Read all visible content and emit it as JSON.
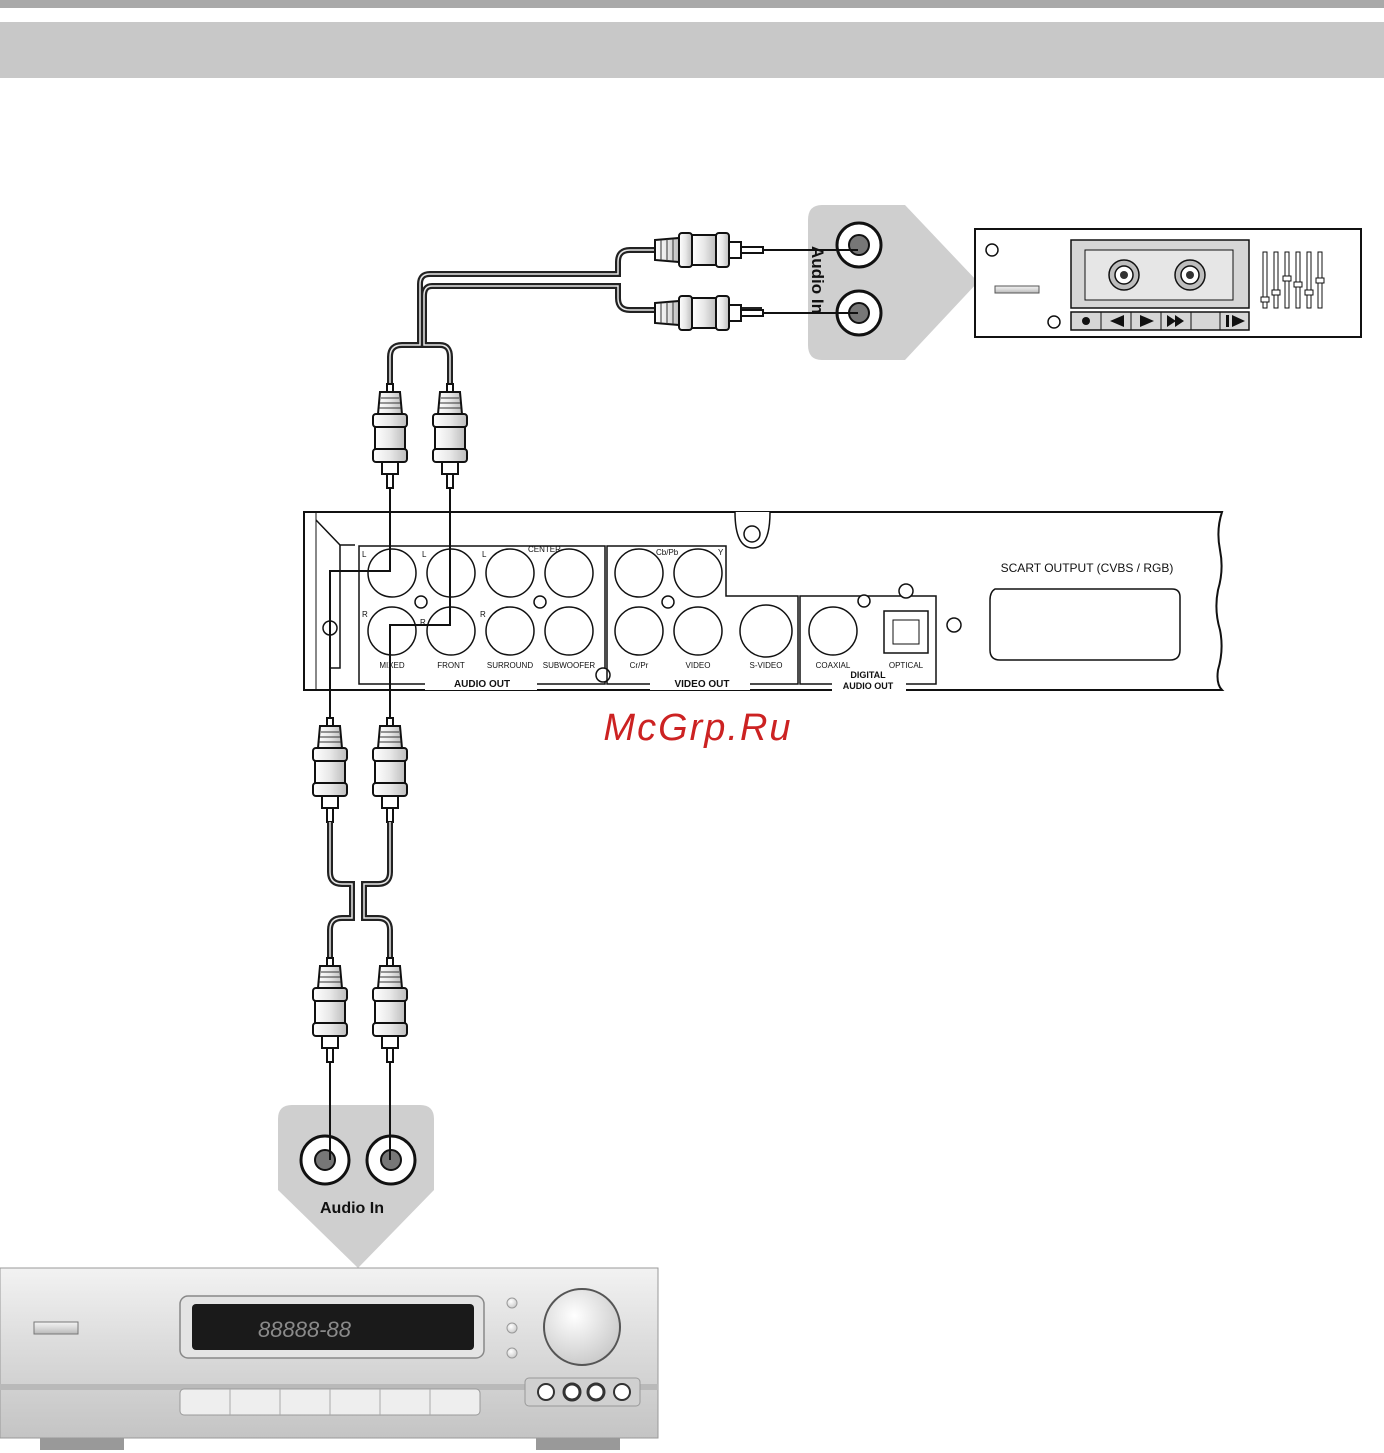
{
  "header": {
    "band_color": "#c8c8c8",
    "top_line_color": "#a9a9a9"
  },
  "recorder_input": {
    "label": "Audio In"
  },
  "receiver_input": {
    "label": "Audio In"
  },
  "player_panel": {
    "audio_out": {
      "group_label": "AUDIO OUT",
      "top_labels": [
        "L",
        "L",
        "L",
        "CENTER"
      ],
      "side_labels": [
        "R",
        "R",
        "R"
      ],
      "jack_labels": [
        "MIXED",
        "FRONT",
        "SURROUND",
        "SUBWOOFER"
      ]
    },
    "video_out": {
      "group_label": "VIDEO OUT",
      "top_labels": [
        "Cb/Pb",
        "Y"
      ],
      "jack_labels": [
        "Cr/Pr",
        "VIDEO",
        "S-VIDEO"
      ]
    },
    "digital_out": {
      "group_label_line1": "DIGITAL",
      "group_label_line2": "AUDIO OUT",
      "jack_labels": [
        "COAXIAL",
        "OPTICAL"
      ]
    },
    "scart_label": "SCART OUTPUT (CVBS / RGB)"
  },
  "receiver": {
    "display_text": "88888-88"
  },
  "watermark": {
    "text": "McGrp.Ru",
    "color": "#cc2222"
  },
  "icons": [
    "rca-plug-icon",
    "rca-jack-icon",
    "cassette-deck-icon",
    "av-receiver-icon",
    "record-icon",
    "rewind-icon",
    "play-icon",
    "fast-forward-icon",
    "skip-icon"
  ]
}
